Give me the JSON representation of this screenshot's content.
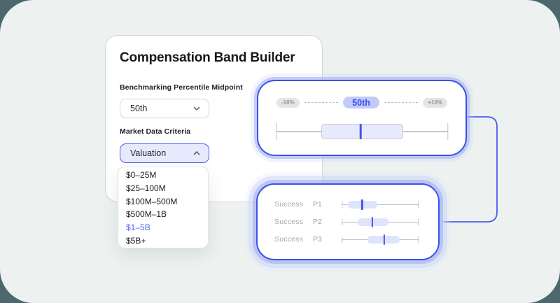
{
  "colors": {
    "outer_background": "#4e676e",
    "page_background": "#edf2f1",
    "accent_blue": "#3b51ed",
    "accent_soft": "#e7eafc",
    "selected_option": "#4f63f0"
  },
  "builder_card": {
    "title": "Compensation Band Builder",
    "percentile_field": {
      "label": "Benchmarking Percentile Midpoint",
      "value": "50th",
      "state": "collapsed"
    },
    "criteria_field": {
      "label": "Market Data Criteria",
      "value": "Valuation",
      "state": "expanded"
    },
    "valuation_options": [
      {
        "label": "$0–25M",
        "selected": false
      },
      {
        "label": "$25–100M",
        "selected": false
      },
      {
        "label": "$100M–500M",
        "selected": false
      },
      {
        "label": "$500M–1B",
        "selected": false
      },
      {
        "label": "$1–5B",
        "selected": true
      },
      {
        "label": "$5B+",
        "selected": false
      }
    ]
  },
  "band_preview_panel": {
    "lower_pill": "-10%",
    "midpoint_pill": "50th",
    "upper_pill": "+10%",
    "boxplot": {
      "min": 0,
      "q1": 0.26,
      "median": 0.49,
      "q3": 0.74,
      "max": 1
    }
  },
  "percentile_panel": {
    "rows": [
      {
        "group": "Success",
        "percentile": "P1",
        "boxplot": {
          "min": 0,
          "q1": 0.07,
          "median": 0.26,
          "q3": 0.46,
          "max": 1
        }
      },
      {
        "group": "Success",
        "percentile": "P2",
        "boxplot": {
          "min": 0,
          "q1": 0.2,
          "median": 0.39,
          "q3": 0.61,
          "max": 1
        }
      },
      {
        "group": "Success",
        "percentile": "P3",
        "boxplot": {
          "min": 0,
          "q1": 0.33,
          "median": 0.55,
          "q3": 0.75,
          "max": 1
        }
      }
    ]
  }
}
